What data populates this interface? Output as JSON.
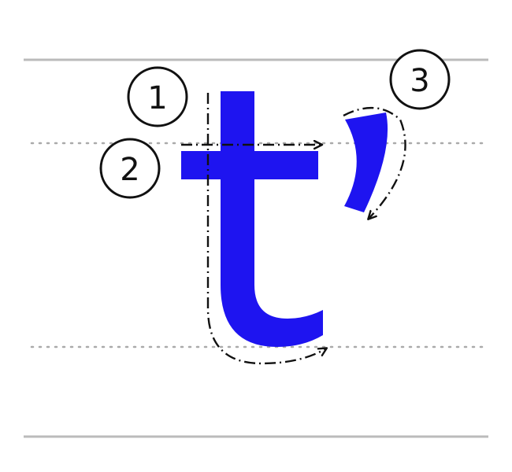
{
  "colors": {
    "letter": "#1e14f0",
    "guide_solid": "#bbbbbb",
    "guide_dotted": "#aaaaaa",
    "stroke_path": "#111111",
    "badge_border": "#111111",
    "badge_fill": "#ffffff"
  },
  "steps": [
    {
      "number": "1",
      "description_icon": "numbered-circle"
    },
    {
      "number": "2",
      "description_icon": "numbered-circle"
    },
    {
      "number": "3",
      "description_icon": "numbered-circle"
    }
  ]
}
